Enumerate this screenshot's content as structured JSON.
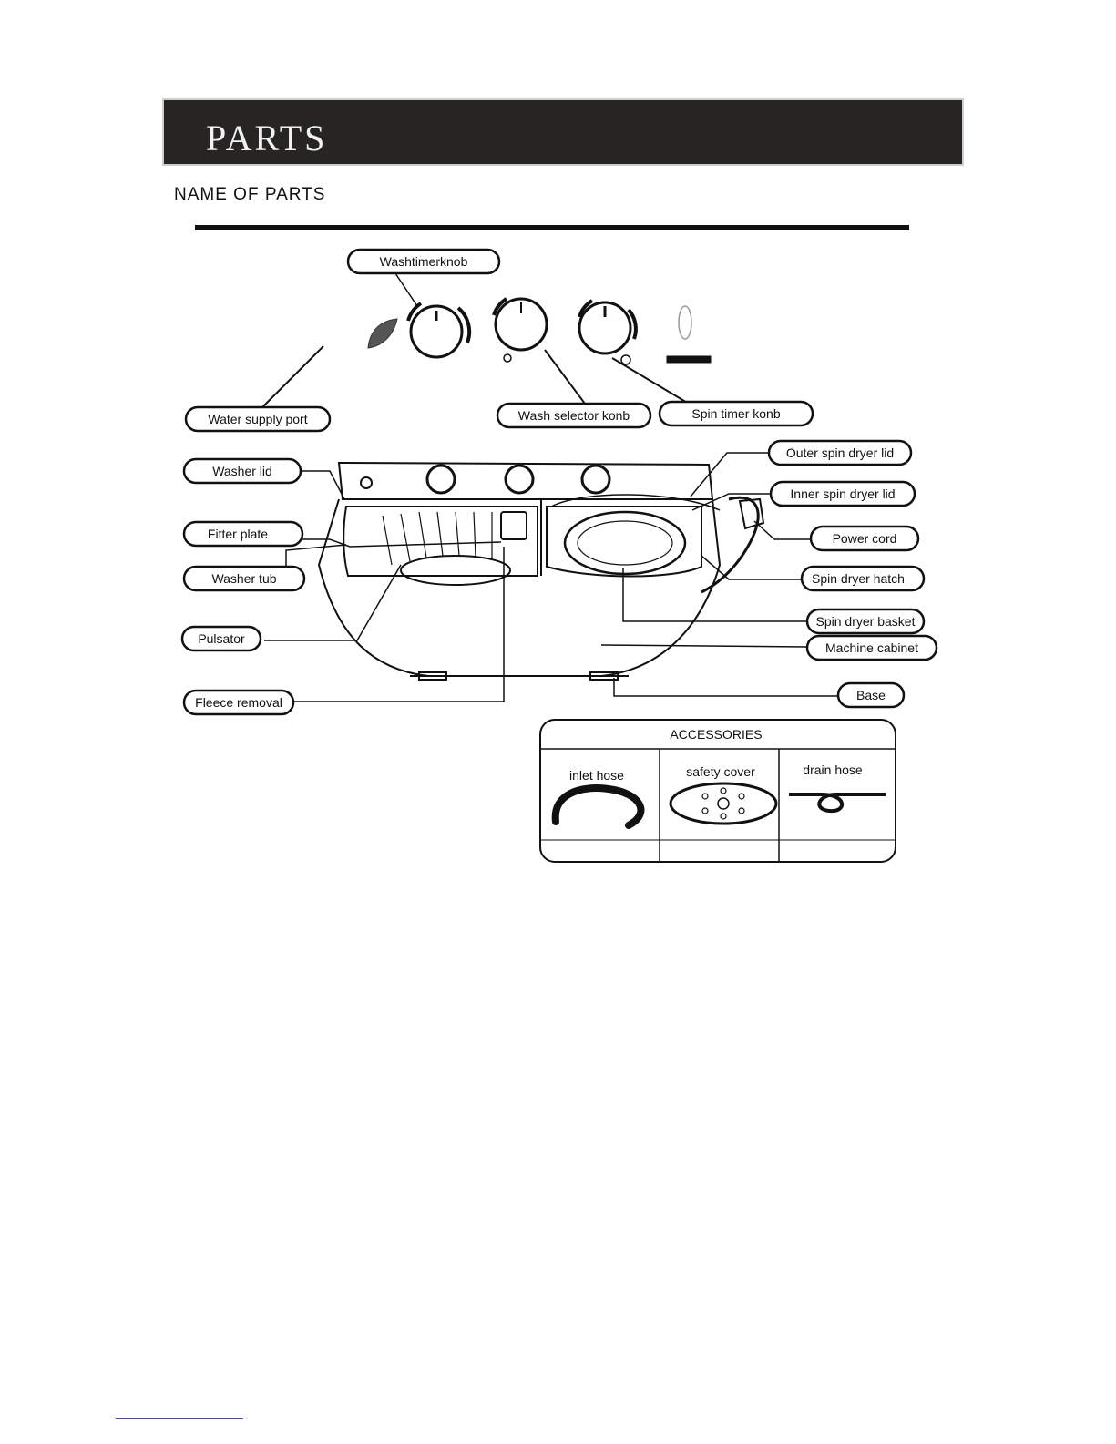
{
  "page": {
    "section_title": "PARTS",
    "subheading": "NAME OF PARTS"
  },
  "parts": {
    "wash_timer_knob": "Washtimerknob",
    "water_supply_port": "Water supply port",
    "wash_selector_knob": "Wash selector konb",
    "spin_timer_knob": "Spin timer konb",
    "outer_spin_dryer_lid": "Outer spin dryer lid",
    "washer_lid": "Washer lid",
    "inner_spin_dryer_lid": "Inner spin dryer lid",
    "fitter_plate": "Fitter plate",
    "power_cord": "Power cord",
    "washer_tub": "Washer tub",
    "spin_dryer_hatch": "Spin dryer hatch",
    "pulsator": "Pulsator",
    "spin_dryer_basket": "Spin dryer basket",
    "machine_cabinet": "Machine cabinet",
    "fleece_removal": "Fleece removal",
    "base": "Base"
  },
  "accessories": {
    "title": "ACCESSORIES",
    "items": [
      "inlet hose",
      "safety cover",
      "drain hose"
    ]
  },
  "colors": {
    "header_bar": "#272424",
    "header_text": "#f2f2f2",
    "line_art": "#111111"
  }
}
